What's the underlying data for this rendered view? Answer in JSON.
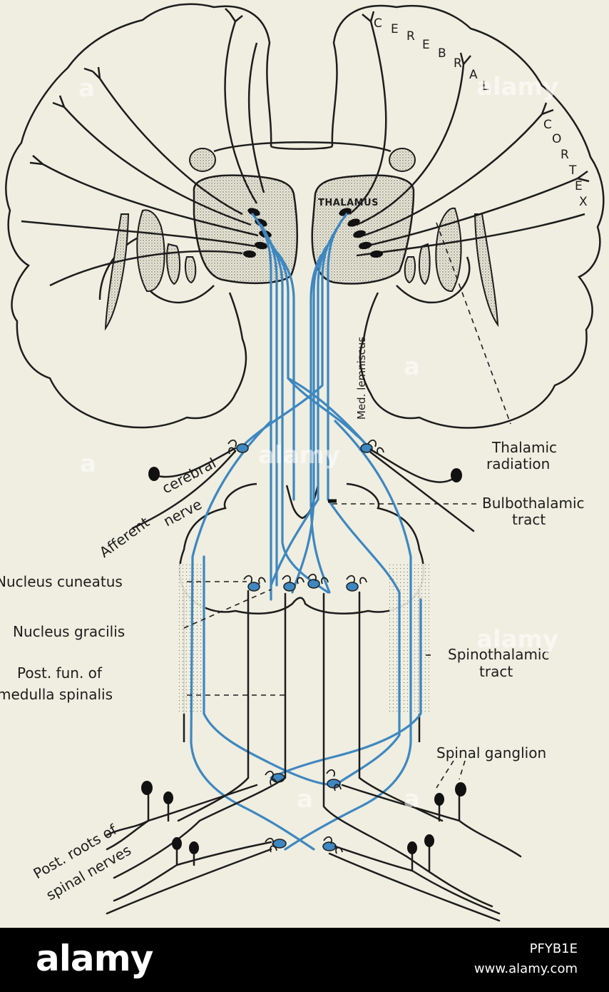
{
  "labels": {
    "cerebral_cortex": [
      "C",
      "E",
      "R",
      "E",
      "B",
      "R",
      "A",
      "L",
      "C",
      "O",
      "R",
      "T",
      "E",
      "X"
    ],
    "thalamus": "THALAMUS",
    "med_lemniscus": "Med. lemniscus",
    "thalamic_radiation": [
      "Thalamic",
      "radiation"
    ],
    "bulbothalamic_tract": [
      "Bulbothalamic",
      "tract"
    ],
    "afferent_cerebral_nerve": [
      "Afferent",
      "cerebral",
      "nerve"
    ],
    "nucleus_cuneatus": "Nucleus cuneatus",
    "nucleus_gracilis": "Nucleus gracilis",
    "post_fun": [
      "Post. fun. of",
      "medulla spinalis"
    ],
    "spinothalamic_tract": [
      "Spinothalamic",
      "tract"
    ],
    "spinal_ganglion": "Spinal ganglion",
    "post_roots": [
      "Post. roots of",
      "spinal nerves"
    ]
  },
  "watermark": {
    "text": "alamy",
    "short": "a"
  },
  "footer": {
    "logo": "alamy",
    "image_id": "PFYB1E",
    "url": "www.alamy.com"
  },
  "colors": {
    "background": "#efeee0",
    "ink": "#1d1d1d",
    "tract_blue": "#3e87c0",
    "stipple": "#d8d6c6",
    "footer": "#000000"
  }
}
